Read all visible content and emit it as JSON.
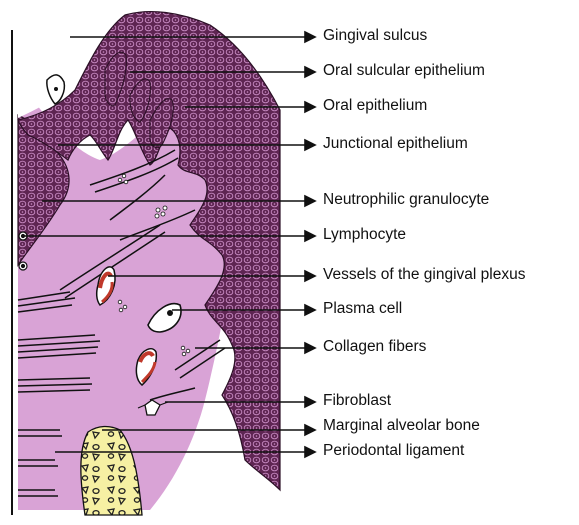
{
  "labels": [
    "Gingival sulcus",
    "Oral sulcular epithelium",
    "Oral epithelium",
    "Junctional epithelium",
    "Neutrophilic granulocyte",
    "Lymphocyte",
    "Vessels of the gingival plexus",
    "Plasma cell",
    "Collagen fibers",
    "Fibroblast",
    "Marginal alveolar bone",
    "Periodontal ligament"
  ],
  "colors": {
    "epithelium": "#5e2552",
    "connective_tissue": "#d9a3d6",
    "cell_outline": "#c98bc4",
    "bone": "#f6f0a3",
    "vessel_blood": "#c0392b",
    "ink": "#111111",
    "background": "#ffffff"
  }
}
